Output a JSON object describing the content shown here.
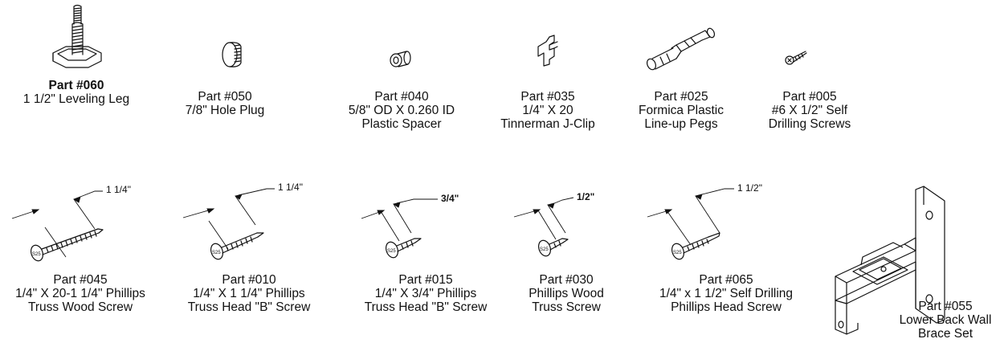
{
  "parts": [
    {
      "number": "Part #060",
      "lines": [
        "1 1/2\" Leveling Leg"
      ],
      "icon": "leveling-leg-icon"
    },
    {
      "number": "Part #050",
      "lines": [
        "7/8\" Hole Plug"
      ],
      "icon": "hole-plug-icon"
    },
    {
      "number": "Part #040",
      "lines": [
        "5/8\" OD X 0.260 ID",
        "Plastic Spacer"
      ],
      "icon": "plastic-spacer-icon"
    },
    {
      "number": "Part #035",
      "lines": [
        "1/4\" X 20",
        "Tinnerman J-Clip"
      ],
      "icon": "j-clip-icon"
    },
    {
      "number": "Part #025",
      "lines": [
        "Formica Plastic",
        "Line-up Pegs"
      ],
      "icon": "line-up-peg-icon"
    },
    {
      "number": "Part #005",
      "lines": [
        "#6 X 1/2\" Self",
        "Drilling Screws"
      ],
      "icon": "self-drilling-screw-icon"
    },
    {
      "number": "Part #045",
      "lines": [
        "1/4\" X 20-1 1/4\" Phillips",
        "Truss Wood Screw"
      ],
      "icon": "truss-wood-screw-icon",
      "dimension": "1 1/4\""
    },
    {
      "number": "Part #010",
      "lines": [
        "1/4\" X 1 1/4\" Phillips",
        "Truss Head \"B\" Screw"
      ],
      "icon": "truss-b-screw-icon",
      "dimension": "1 1/4\""
    },
    {
      "number": "Part #015",
      "lines": [
        "1/4\" X 3/4\" Phillips",
        "Truss Head \"B\" Screw"
      ],
      "icon": "short-truss-b-screw-icon",
      "dimension": "3/4\""
    },
    {
      "number": "Part #030",
      "lines": [
        "Phillips Wood",
        "Truss Screw"
      ],
      "icon": "phillips-wood-screw-icon",
      "dimension": "1/2\""
    },
    {
      "number": "Part #065",
      "lines": [
        "1/4\" x 1 1/2\" Self Drilling",
        "Phillips Head Screw"
      ],
      "icon": "self-drilling-phillips-screw-icon",
      "dimension": "1 1/2\""
    },
    {
      "number": "Part #055",
      "lines": [
        "Lower Back Wall",
        "Brace Set"
      ],
      "icon": "wall-brace-bracket-icon"
    }
  ]
}
